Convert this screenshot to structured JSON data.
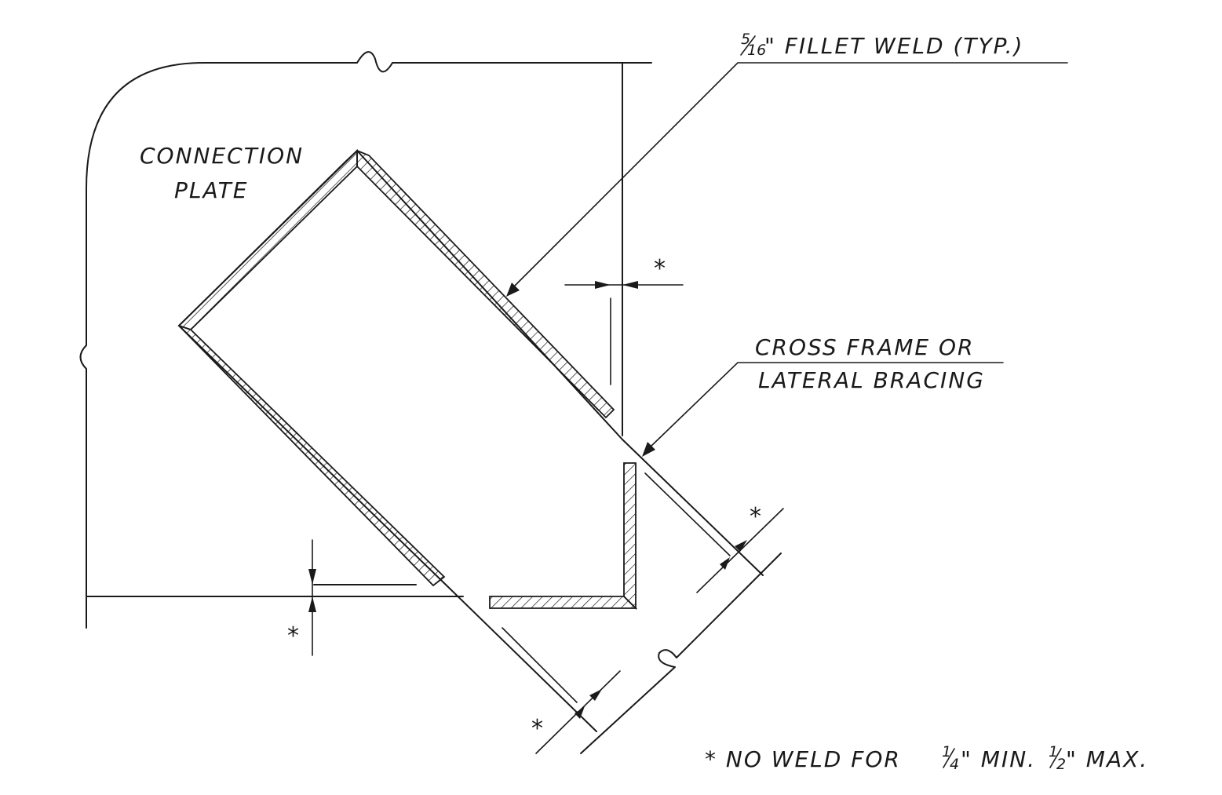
{
  "labels": {
    "connection_plate_line1": "CONNECTION",
    "connection_plate_line2": "PLATE",
    "fillet_weld_num": "5",
    "fillet_weld_den": "16",
    "fillet_weld_text": "\" FILLET WELD   (TYP.)",
    "cross_frame_line1": "CROSS FRAME OR",
    "cross_frame_line2": "LATERAL BRACING",
    "asterisk": "*",
    "note_prefix": "*  NO WELD FOR ",
    "note_quarter_num": "1",
    "note_quarter_den": "4",
    "note_mid": "\" MIN. ",
    "note_half_num": "1",
    "note_half_den": "2",
    "note_suffix": "\" MAX."
  },
  "colors": {
    "line": "#1a1a1a",
    "background": "#ffffff"
  }
}
